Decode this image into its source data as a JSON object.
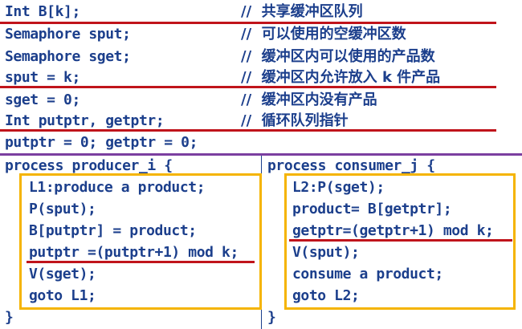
{
  "declarations": [
    {
      "code": "Int B[k];",
      "comment": "//  共享缓冲区队列"
    },
    {
      "code": "Semaphore sput;",
      "comment": "//  可以使用的空缓冲区数"
    },
    {
      "code": "Semaphore sget;",
      "comment": "//  缓冲区内可以使用的产品数"
    },
    {
      "code": "sput = k;",
      "comment": "//  缓冲区内允许放入 k 件产品"
    },
    {
      "code": "sget = 0;",
      "comment": "//  缓冲区内没有产品"
    },
    {
      "code": "Int putptr, getptr;",
      "comment": "//  循环队列指针"
    },
    {
      "code": "putptr = 0; getptr = 0;",
      "comment": ""
    }
  ],
  "producer": {
    "header": "process producer_i {",
    "lines": [
      "L1:produce a product;",
      "P(sput);",
      "B[putptr] = product;",
      "putptr =(putptr+1) mod k;",
      "V(sget);",
      "goto L1;"
    ],
    "close": "}"
  },
  "consumer": {
    "header": "process consumer_j {",
    "lines": [
      "L2:P(sget);",
      "product= B[getptr];",
      "getptr=(getptr+1) mod k;",
      "V(sput);",
      "consume a product;",
      "goto L2;"
    ],
    "close": "}"
  },
  "colors": {
    "text": "#1c3f8c",
    "red_underline": "#c0141b",
    "purple_divider": "#7b3fa0",
    "box_border": "#f5b400"
  }
}
